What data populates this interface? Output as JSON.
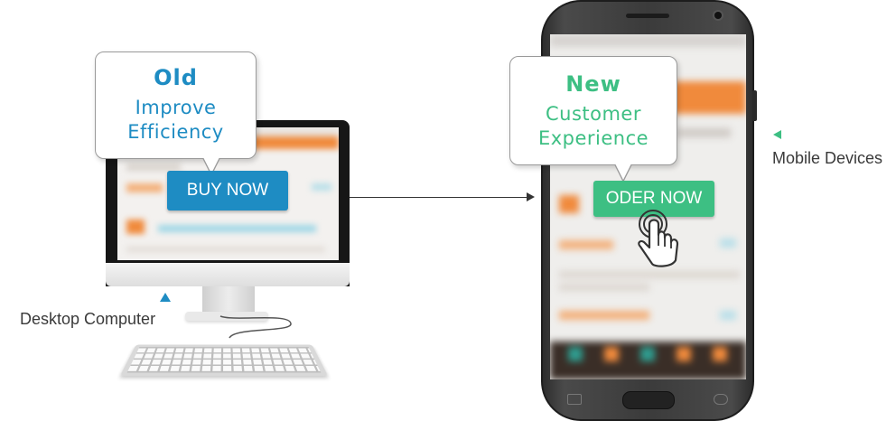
{
  "old": {
    "title": "Old",
    "line1": "Improve",
    "line2": "Efficiency",
    "button_label": "BUY NOW",
    "device_label": "Desktop Computer"
  },
  "new": {
    "title": "New",
    "line1": "Customer",
    "line2": "Experience",
    "button_label": "ODER NOW",
    "device_label": "Mobile Devices"
  },
  "colors": {
    "old_accent": "#1e8cc3",
    "new_accent": "#3dbf83",
    "page_accent_orange": "#f08a3c"
  },
  "icons": [
    "hand-pointer-icon",
    "arrow-right-icon",
    "triangle-up-icon",
    "triangle-left-icon"
  ]
}
